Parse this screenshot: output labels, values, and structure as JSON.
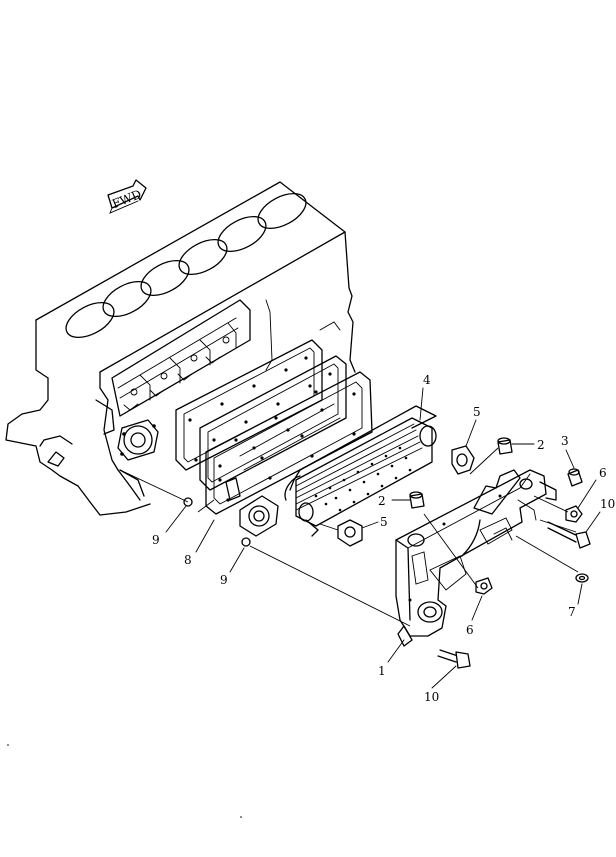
{
  "fwd_label": "FWD",
  "callouts": {
    "c1": "1",
    "c2a": "2",
    "c2b": "2",
    "c3": "3",
    "c4": "4",
    "c5a": "5",
    "c5b": "5",
    "c6a": "6",
    "c6b": "6",
    "c7": "7",
    "c8": "8",
    "c9a": "9",
    "c9b": "9",
    "c10a": "10",
    "c10b": "10"
  }
}
